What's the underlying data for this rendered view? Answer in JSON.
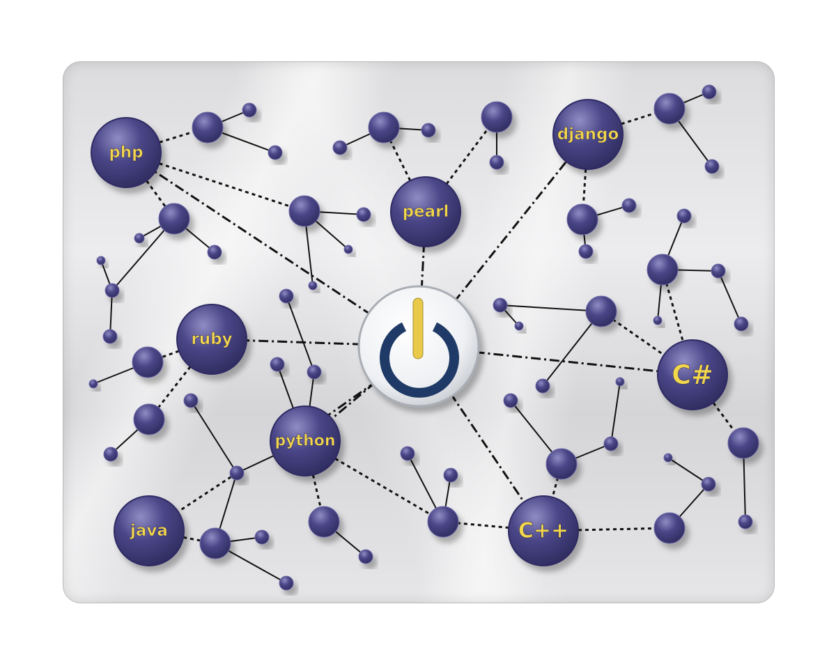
{
  "hub": {
    "name": "power-hub"
  },
  "technologies": [
    {
      "id": "php",
      "label": "php"
    },
    {
      "id": "pearl",
      "label": "pearl"
    },
    {
      "id": "django",
      "label": "django"
    },
    {
      "id": "ruby",
      "label": "ruby"
    },
    {
      "id": "python",
      "label": "python"
    },
    {
      "id": "csharp",
      "label": "C#"
    },
    {
      "id": "java",
      "label": "java"
    },
    {
      "id": "cpp",
      "label": "C++"
    }
  ],
  "colors": {
    "node_fill": "#4a4687",
    "node_highlight": "#8f8cc4",
    "label": "#f2d64b",
    "hub_ring": "#1f3a66",
    "hub_stem": "#e8c94a",
    "line": "#111111"
  }
}
